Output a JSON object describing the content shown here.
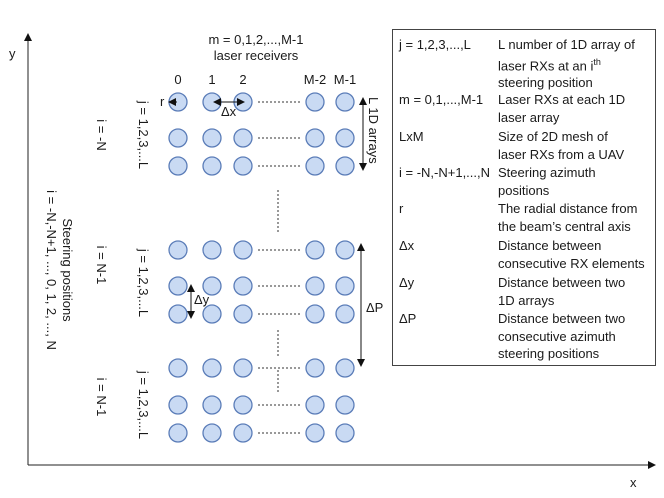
{
  "axes": {
    "x_label": "x",
    "y_label": "y"
  },
  "header": {
    "line1": "m = 0,1,2,...,M-1",
    "line2": "laser receivers"
  },
  "columns": [
    "0",
    "1",
    "2",
    "M-2",
    "M-1"
  ],
  "steering_label": {
    "line1": "Steering positions",
    "line2": "i = -N,-N+1, ..., 0, 1, 2, ..., N"
  },
  "groups": [
    {
      "i_label": "i = -N",
      "j_label": "j = 1,2,3,...L"
    },
    {
      "i_label": "i = N-1",
      "j_label": "j = 1,2,3,...L"
    },
    {
      "i_label": "i = N-1",
      "j_label": "j = 1,2,3,...L"
    }
  ],
  "annotations": {
    "r": "r",
    "dx": "Δx",
    "dy": "Δy",
    "dp": "ΔP",
    "l_arrays": "L 1D arrays"
  },
  "legend": [
    {
      "term": "j = 1,2,3,...,L",
      "desc": [
        "L number of 1D array of",
        "laser RXs at an i",
        "steering position"
      ],
      "sup": "th"
    },
    {
      "term": "m = 0,1,...,M-1",
      "desc": [
        "Laser RXs at each 1D",
        "laser array"
      ]
    },
    {
      "term": "LxM",
      "desc": [
        "Size of 2D mesh of",
        "laser RXs from a UAV"
      ]
    },
    {
      "term": "i = -N,-N+1,...,N",
      "desc": [
        "Steering azimuth",
        "positions"
      ]
    },
    {
      "term": "r",
      "desc": [
        "The radial distance from",
        "the beam’s central axis"
      ]
    },
    {
      "term": "Δx",
      "desc": [
        "Distance between",
        "consecutive RX elements"
      ]
    },
    {
      "term": "Δy",
      "desc": [
        "Distance between two",
        "1D arrays"
      ]
    },
    {
      "term": "ΔP",
      "desc": [
        "Distance between two",
        "consecutive azimuth",
        "steering positions"
      ]
    }
  ]
}
